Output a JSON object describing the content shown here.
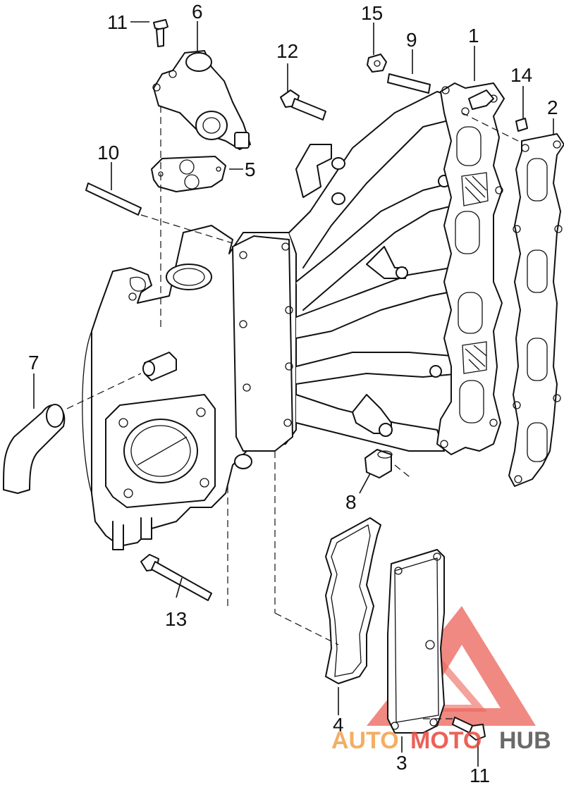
{
  "callouts": {
    "c1": "1",
    "c2": "2",
    "c3": "3",
    "c4": "4",
    "c5": "5",
    "c6": "6",
    "c7": "7",
    "c8": "8",
    "c9": "9",
    "c10": "10",
    "c11_top": "11",
    "c11_bottom": "11",
    "c12": "12",
    "c13": "13",
    "c14": "14",
    "c15": "15"
  },
  "watermark": {
    "brand_part1": "AUTO",
    "brand_part2": "MOTO",
    "brand_part3": "HUB",
    "color_red": "#e8473c",
    "color_orange": "#f2a654",
    "color_gray": "#5a5a5a"
  }
}
